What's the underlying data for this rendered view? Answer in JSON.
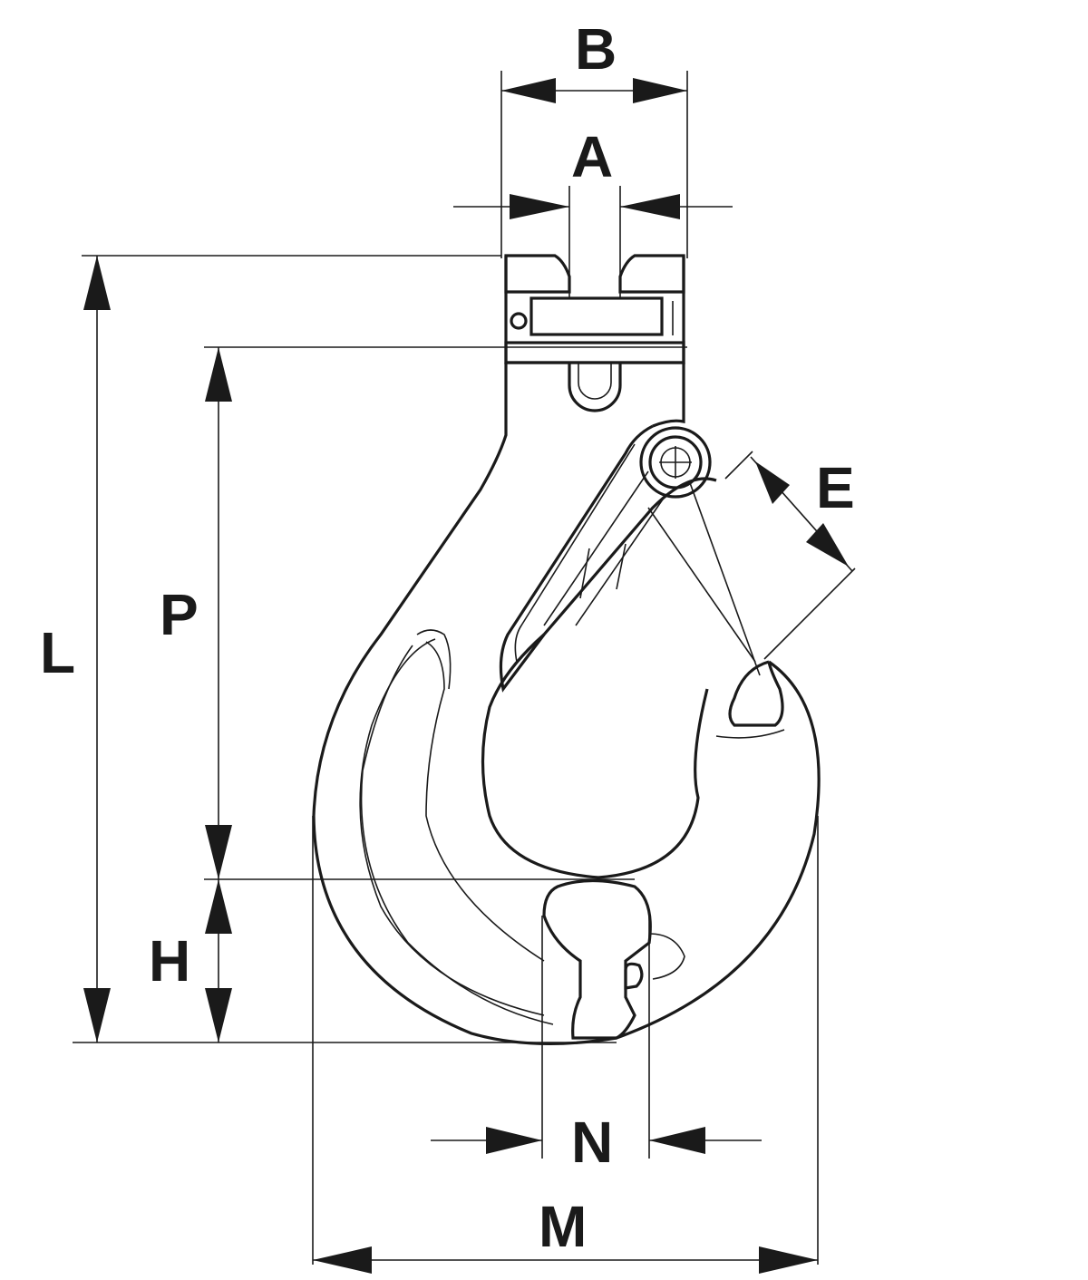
{
  "labels": {
    "A": "A",
    "B": "B",
    "E": "E",
    "L": "L",
    "P": "P",
    "H": "H",
    "N": "N",
    "M": "M"
  },
  "colors": {
    "ink": "#1a1a1a",
    "background": "#ffffff"
  }
}
